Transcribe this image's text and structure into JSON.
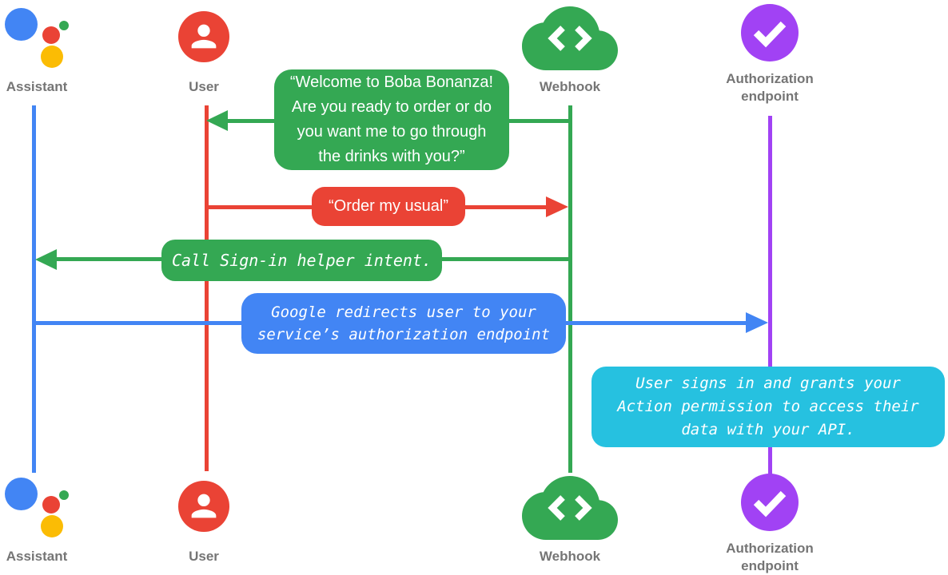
{
  "actors": {
    "assistant": {
      "label": "Assistant",
      "icon": "google-assistant-icon",
      "color": "#4285F4"
    },
    "user": {
      "label": "User",
      "icon": "user-icon",
      "color": "#EA4335"
    },
    "webhook": {
      "label": "Webhook",
      "icon": "webhook-cloud-icon",
      "color": "#34A853"
    },
    "auth": {
      "label": "Authorization endpoint",
      "icon": "authorization-check-icon",
      "color": "#A142F4"
    }
  },
  "messages": {
    "welcome": {
      "from": "Webhook",
      "to": "User",
      "style": "speech",
      "lines": [
        "“Welcome to Boba Bonanza!",
        "Are you ready to order or do",
        "you want me to go through",
        "the drinks with you?”"
      ]
    },
    "order": {
      "from": "User",
      "to": "Webhook",
      "style": "speech",
      "text": "“Order my usual”"
    },
    "signin": {
      "from": "Webhook",
      "to": "Assistant",
      "style": "system",
      "text": "Call Sign-in helper intent."
    },
    "redirect": {
      "from": "Assistant",
      "to": "Authorization endpoint",
      "style": "system",
      "lines": [
        "Google redirects user to your",
        "service’s authorization endpoint"
      ]
    },
    "grants": {
      "at": "Authorization endpoint",
      "style": "note",
      "lines": [
        "User signs in and grants your",
        "Action permission to access their",
        "data with your API."
      ]
    }
  },
  "colors": {
    "blue": "#4285F4",
    "red": "#EA4335",
    "green": "#34A853",
    "yellow": "#FBBC04",
    "purple": "#A142F4",
    "cyan": "#26C1E0",
    "label_gray": "#757575",
    "background": "#FFFFFF"
  }
}
